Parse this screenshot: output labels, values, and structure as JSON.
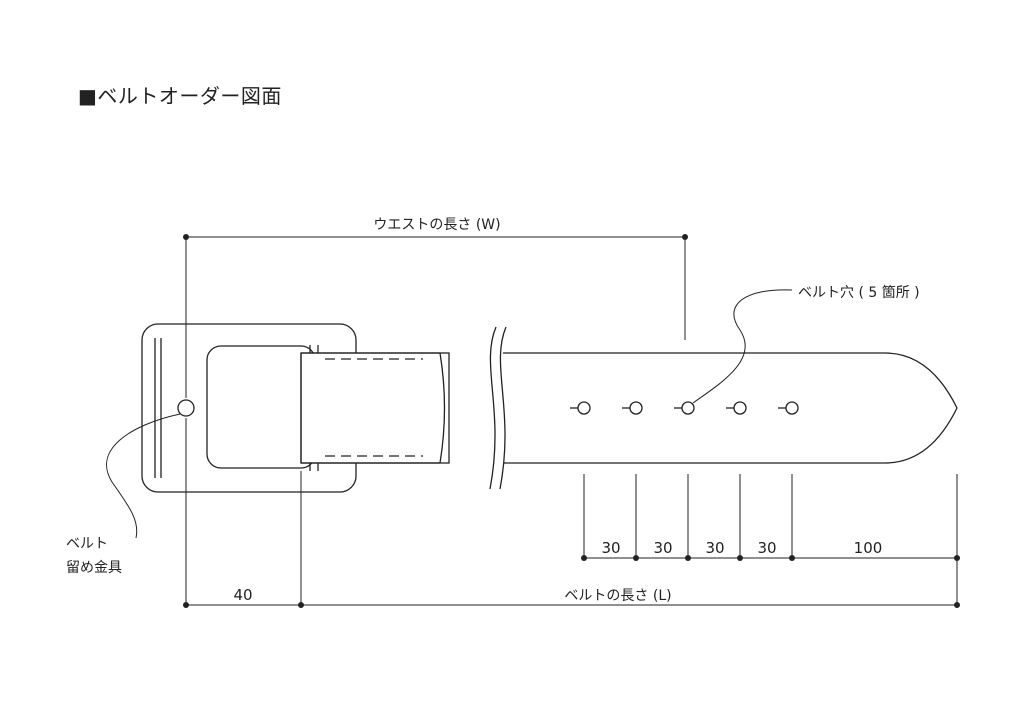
{
  "title": "■ベルトオーダー図面",
  "labels": {
    "waist_length": "ウエストの長さ (W)",
    "belt_holes": "ベルト穴 ( 5 箇所 )",
    "buckle_line1": "ベルト",
    "buckle_line2": "留め金具",
    "belt_length": "ベルトの長さ (L)"
  },
  "dimensions": {
    "buckle_offset": "40",
    "hole_spacing": [
      "30",
      "30",
      "30",
      "30"
    ],
    "tip_length": "100"
  }
}
